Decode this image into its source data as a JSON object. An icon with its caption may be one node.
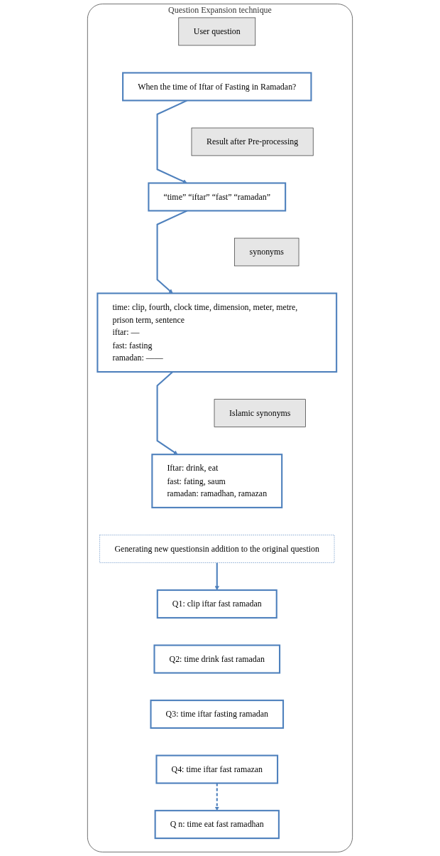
{
  "diagram": {
    "nodes": [
      {
        "text": [
          "Question Expansion technique"
        ]
      },
      {
        "text": [
          "User question"
        ],
        "in": 0
      },
      {
        "text": [
          "When the time of Iftar of Fasting in Ramadan?"
        ],
        "in": 0
      },
      {
        "text": [
          "Result after Pre-processing"
        ],
        "in": 0
      },
      {
        "text": [
          "“time” “iftar” “fast” “ramadan”"
        ],
        "in": 0
      },
      {
        "text": [
          "synonyms"
        ],
        "in": 0
      },
      {
        "text": [
          "time: clip, fourth, clock time, dimension, meter, metre, prison term, sentence",
          "iftar: —",
          "fast: fasting",
          "ramadan: ——"
        ],
        "in": 0
      },
      {
        "text": [
          "Islamic synonyms"
        ],
        "in": 0
      },
      {
        "text": [
          "Iftar: drink, eat",
          "fast: fating, saum",
          "ramadan: ramadhan, ramazan"
        ],
        "in": 0
      },
      {
        "text": [
          "Generating new questionsin addition to the original question"
        ],
        "in": 0
      },
      {
        "text": [
          "Q1: clip iftar fast ramadan"
        ],
        "in": 0
      },
      {
        "text": [
          "Q2: time drink fast ramadan"
        ],
        "in": 0
      },
      {
        "text": [
          "Q3: time iftar fasting ramadan"
        ],
        "in": 0
      },
      {
        "text": [
          "Q4: time iftar fast ramazan"
        ],
        "in": 0
      },
      {
        "text": [
          "Q n: time eat fast ramadhan"
        ],
        "in": 0
      }
    ],
    "edges": [
      {
        "from": 2,
        "to": 4,
        "arrow": "to"
      },
      {
        "from": 4,
        "to": 6,
        "arrow": "to"
      },
      {
        "from": 6,
        "to": 8,
        "arrow": "to"
      },
      {
        "from": 9,
        "to": 10,
        "arrow": "to"
      },
      {
        "from": 13,
        "to": 14,
        "arrow": "to",
        "style": "dashed"
      }
    ]
  }
}
